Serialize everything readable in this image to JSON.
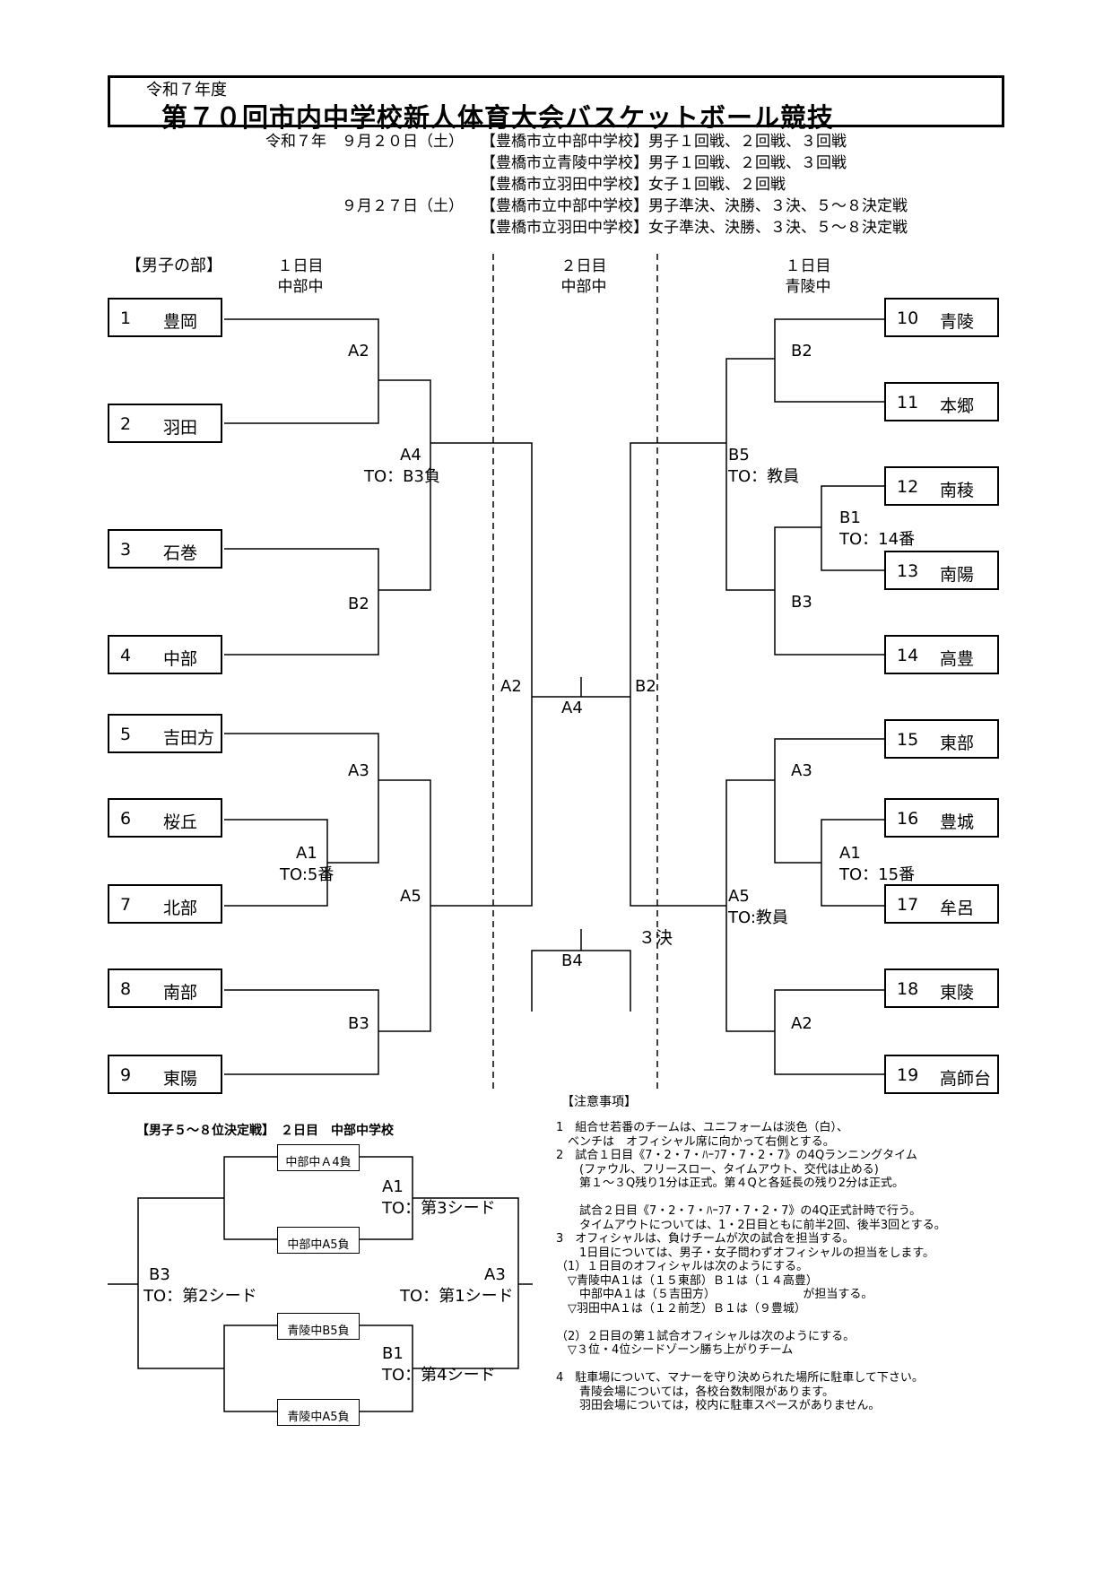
{
  "header": {
    "era": "令和７年度",
    "title": "第７０回市内中学校新人体育大会バスケットボール競技",
    "schedule": [
      {
        "date": "令和７年　９月２０日（土）",
        "venue": "【豊橋市立中部中学校】男子１回戦、２回戦、３回戦"
      },
      {
        "date": "",
        "venue": "【豊橋市立青陵中学校】男子１回戦、２回戦、３回戦"
      },
      {
        "date": "",
        "venue": "【豊橋市立羽田中学校】女子１回戦、２回戦"
      },
      {
        "date": "９月２７日（土）",
        "venue": "【豊橋市立中部中学校】男子準決、決勝、３決、５～８決定戦"
      },
      {
        "date": "",
        "venue": "【豊橋市立羽田中学校】女子準決、決勝、３決、５～８決定戦"
      }
    ]
  },
  "mens": {
    "section_label": "【男子の部】",
    "col_left": {
      "day": "１日目",
      "venue": "中部中"
    },
    "col_center": {
      "day": "２日目",
      "venue": "中部中"
    },
    "col_right": {
      "day": "１日目",
      "venue": "青陵中"
    },
    "teams_left": [
      {
        "num": "1",
        "name": "豊岡"
      },
      {
        "num": "2",
        "name": "羽田"
      },
      {
        "num": "3",
        "name": "石巻"
      },
      {
        "num": "4",
        "name": "中部"
      },
      {
        "num": "5",
        "name": "吉田方"
      },
      {
        "num": "6",
        "name": "桜丘"
      },
      {
        "num": "7",
        "name": "北部"
      },
      {
        "num": "8",
        "name": "南部"
      },
      {
        "num": "9",
        "name": "東陽"
      }
    ],
    "teams_right": [
      {
        "num": "10",
        "name": "青陵"
      },
      {
        "num": "11",
        "name": "本郷"
      },
      {
        "num": "12",
        "name": "南稜"
      },
      {
        "num": "13",
        "name": "南陽"
      },
      {
        "num": "14",
        "name": "高豊"
      },
      {
        "num": "15",
        "name": "東部"
      },
      {
        "num": "16",
        "name": "豊城"
      },
      {
        "num": "17",
        "name": "牟呂"
      },
      {
        "num": "18",
        "name": "東陵"
      },
      {
        "num": "19",
        "name": "高師台"
      }
    ],
    "labels": {
      "l_a2": "A2",
      "l_b2": "B2",
      "l_a4": "A4",
      "l_a4_to": "TO：B3負",
      "l_a3": "A3",
      "l_a1": "A1",
      "l_a1_to": "TO:5番",
      "l_a5": "A5",
      "l_b3": "B3",
      "r_b2": "B2",
      "r_b5": "B5",
      "r_b5_to": "TO：教員",
      "r_b1": "B1",
      "r_b1_to": "TO：14番",
      "r_b3": "B3",
      "r_a3": "A3",
      "r_a1": "A1",
      "r_a1_to": "TO：15番",
      "r_a5": "A5",
      "r_a5_to": "TO:教員",
      "r_a2": "A2",
      "c_a2": "A2",
      "c_b2": "B2",
      "c_a4": "A4",
      "c_b4": "B4",
      "c_third": "３決"
    }
  },
  "placement": {
    "title": "【男子５～８位決定戦】　２日目　中部中学校",
    "boxes": [
      "中部中Ａ4負",
      "中部中A5負",
      "青陵中B5負",
      "青陵中A5負"
    ],
    "a1": "A1",
    "a1_to": "TO：第3シード",
    "b1": "B1",
    "b1_to": "TO：第4シード",
    "b3": "B3",
    "b3_to": "TO：第2シード",
    "a3": "A3",
    "a3_to": "TO：第1シード"
  },
  "notes": {
    "title": "【注意事項】",
    "lines": [
      "1　組合せ若番のチームは、ユニフォームは淡色（白）、",
      "　ベンチは　オフィシャル席に向かって右側とする。",
      "2　試合１日目《7・2・7・ﾊｰﾌ7・7・2・7》の4Qランニングタイム",
      "　　(ファウル、フリースロー、タイムアウト、交代は止める)",
      "　　第１～３Q残り1分は正式。第４Qと各延長の残り2分は正式。",
      "",
      "　　試合２日目《7・2・7・ﾊｰﾌ7・7・2・7》の4Q正式計時で行う。",
      "　　タイムアウトについては、1・2日目ともに前半2回、後半3回とする。",
      "3　オフィシャルは、負けチームが次の試合を担当する。",
      "　　1日目については、男子・女子問わずオフィシャルの担当をします。",
      "（1）１日目のオフィシャルは次のようにする。",
      "　▽青陵中A１は（１５東部）Ｂ１は（１４高豊）",
      "　　中部中A１は（５吉田方）　　　　　　　　が担当する。",
      "　▽羽田中A１は（１２前芝）Ｂ１は（９豊城）",
      "",
      "（2）２日目の第１試合オフィシャルは次のようにする。",
      "　▽３位・4位シードゾーン勝ち上がりチーム",
      "",
      "4　駐車場について、マナーを守り決められた場所に駐車して下さい。",
      "　　青陵会場については，各校台数制限があります。",
      "　　羽田会場については，校内に駐車スペースがありません。"
    ]
  }
}
